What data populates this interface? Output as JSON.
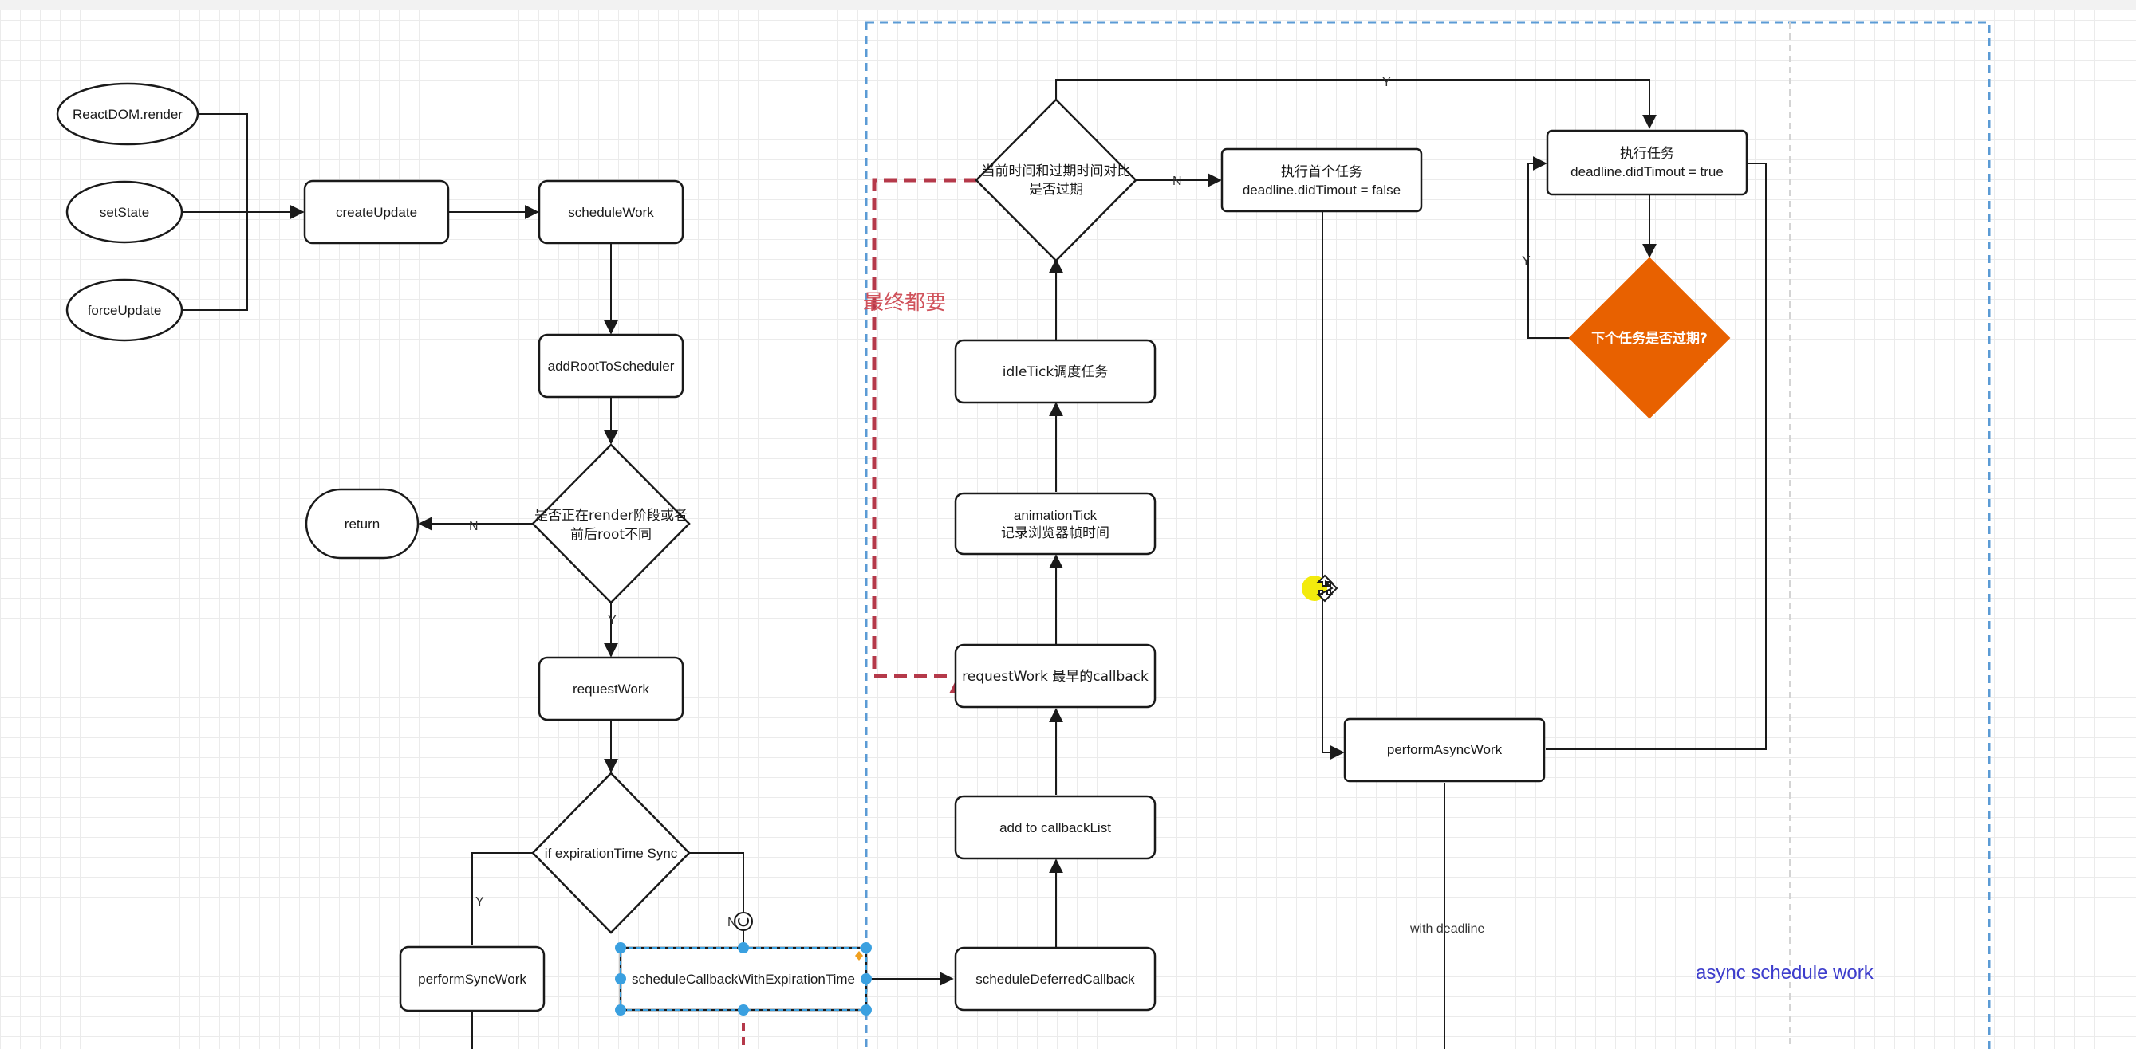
{
  "diagram": {
    "nodes": {
      "reactdom_render": "ReactDOM.render",
      "set_state": "setState",
      "force_update": "forceUpdate",
      "create_update": "createUpdate",
      "schedule_work": "scheduleWork",
      "add_root_to_scheduler": "addRootToScheduler",
      "is_rendering": [
        "是否正在render阶段或者",
        "前后root不同"
      ],
      "return": "return",
      "request_work": "requestWork",
      "expiration_sync": "if expirationTime Sync",
      "perform_sync_work": "performSyncWork",
      "schedule_callback": "scheduleCallbackWithExpirationTime",
      "schedule_deferred": "scheduleDeferredCallback",
      "add_to_callback_list": "add to callbackList",
      "request_work_callback": "requestWork 最早的callback",
      "animation_tick": [
        "animationTick",
        "记录浏览器帧时间"
      ],
      "idle_tick": "idleTick调度任务",
      "compare_time": [
        "当前时间和过期时间对比",
        "是否过期"
      ],
      "exec_first_task": [
        "执行首个任务",
        "deadline.didTimout = false"
      ],
      "exec_task": [
        "执行任务",
        "deadline.didTimout = true"
      ],
      "next_task_expired": "下个任务是否过期?",
      "perform_async_work": "performAsyncWork"
    },
    "edge_labels": {
      "n_return": "N",
      "y_request": "Y",
      "y_sync": "Y",
      "n_async": "N",
      "n_first": "N",
      "y_top": "Y",
      "y_loop": "Y",
      "with_deadline": "with deadline"
    },
    "annotations": {
      "eventually": "最终都要",
      "async_group": "async schedule work"
    },
    "colors": {
      "stroke": "#1a1a1a",
      "decision_fill": "#e86100",
      "dashed_red": "#b5394a",
      "group_border": "#5b9bd5",
      "selection": "#3aa0e0",
      "highlight": "#f2ea00"
    }
  }
}
